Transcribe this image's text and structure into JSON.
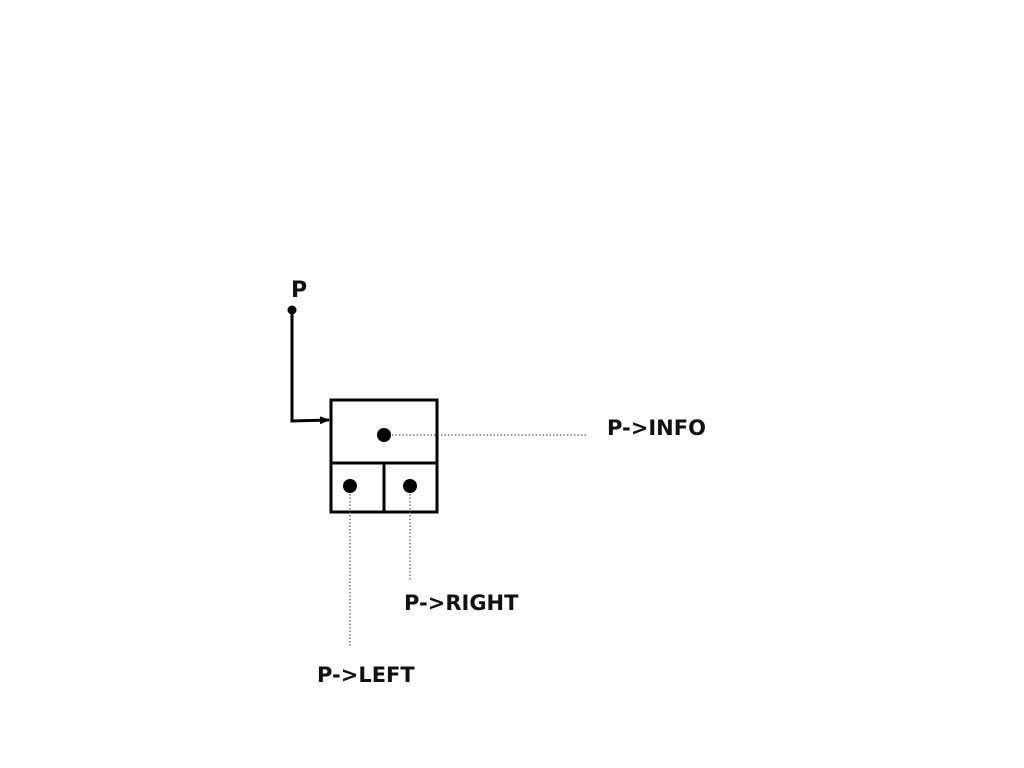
{
  "diagram": {
    "pointer_label": "P",
    "info_label": "P->INFO",
    "right_label": "P->RIGHT",
    "left_label": "P->LEFT"
  },
  "colors": {
    "stroke": "#000000",
    "dotted_leader": "#555555",
    "background": "#ffffff"
  }
}
